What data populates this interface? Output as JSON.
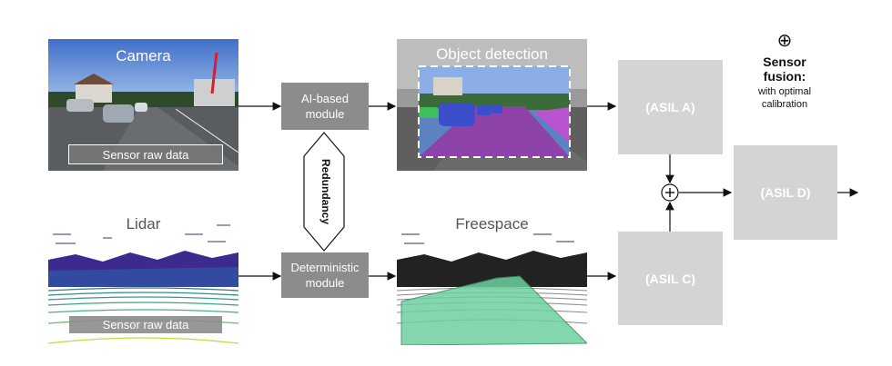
{
  "camera": {
    "title": "Camera",
    "raw_label": "Sensor raw data"
  },
  "lidar": {
    "title": "Lidar",
    "raw_label": "Sensor raw data"
  },
  "ai_module": {
    "line1": "AI-based",
    "line2": "module"
  },
  "det_module": {
    "line1": "Deterministic",
    "line2": "module"
  },
  "redundancy": {
    "label": "Redundancy"
  },
  "object_detection": {
    "title": "Object detection"
  },
  "freespace": {
    "title": "Freespace"
  },
  "asil_a": {
    "label": "(ASIL A)"
  },
  "asil_c": {
    "label": "(ASIL C)"
  },
  "asil_d": {
    "label": "(ASIL D)"
  },
  "sensor_fusion": {
    "symbol": "⊕",
    "title_line1": "Sensor",
    "title_line2": "fusion:",
    "sub_line1": "with optimal",
    "sub_line2": "calibration"
  },
  "colors": {
    "box_grey": "#d4d4d4",
    "module_grey": "#8c8c8c",
    "segment_purple": "#b44fc9",
    "freespace_green": "#6fcf9f"
  }
}
